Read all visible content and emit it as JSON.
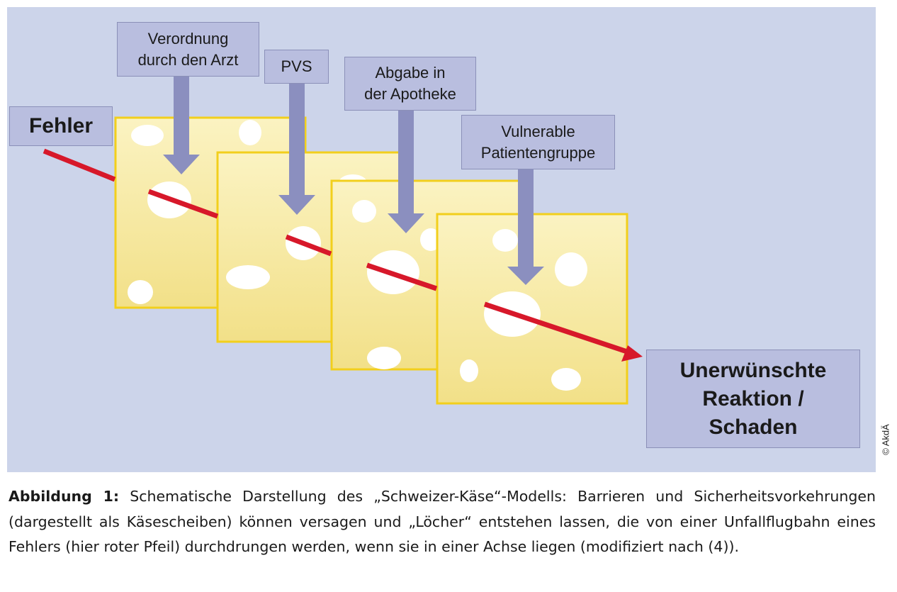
{
  "diagram": {
    "error_label": "Fehler",
    "barriers": [
      {
        "label": "Verordnung\ndurch den Arzt"
      },
      {
        "label": "PVS"
      },
      {
        "label": "Abgabe in\nder Apotheke"
      },
      {
        "label": "Vulnerable\nPatientengruppe"
      }
    ],
    "outcome_label": "Unerwünschte\nReaktion /\nSchaden",
    "copyright": "© AkdÄ"
  },
  "caption": {
    "label": "Abbildung 1:",
    "text": "Schematische Darstellung des „Schweizer-Käse“-Modells: Barrieren und Sicherheitsvorkehrungen (dargestellt als Käsescheiben) können versagen und „Löcher“ entstehen lassen, die von einer Unfallflugbahn eines Fehlers (hier roter Pfeil) durchdrungen werden, wenn sie in einer Achse liegen (modifiziert nach (4))."
  },
  "colors": {
    "background": "#ccd4ea",
    "cheese_fill": "#f7ecaa",
    "cheese_border": "#f2cf1c",
    "arrow_red": "#d7182a",
    "barrier_arrow": "#8b8fbf",
    "label_box": "#b9bedf"
  }
}
